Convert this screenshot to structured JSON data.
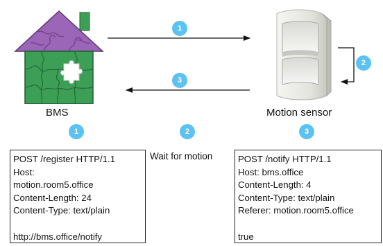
{
  "entities": {
    "bms_label": "BMS",
    "sensor_label": "Motion sensor"
  },
  "steps": {
    "top_arrow": "1",
    "self_arrow": "2",
    "return_arrow": "3",
    "col1": "1",
    "col2": "2",
    "col3": "3"
  },
  "register_request": {
    "lines": [
      "POST /register HTTP/1.1",
      "Host:",
      "motion.room5.office",
      "Content-Length: 24",
      "Content-Type: text/plain"
    ],
    "body": "http://bms.office/notify"
  },
  "wait_text": "Wait for motion",
  "notify_request": {
    "lines": [
      "POST /notify HTTP/1.1",
      "Host: bms.office",
      "Content-Length: 4",
      "Content-Type: text/plain",
      "Referer: motion.room5.office"
    ],
    "body": "true"
  },
  "colors": {
    "badge": "#5bc2f2",
    "roof": "#9b65b8",
    "house": "#3d9f56",
    "sensor": "#ecece8"
  },
  "icons": {
    "bms": "puzzle-house-icon",
    "sensor": "motion-sensor-device-icon"
  }
}
